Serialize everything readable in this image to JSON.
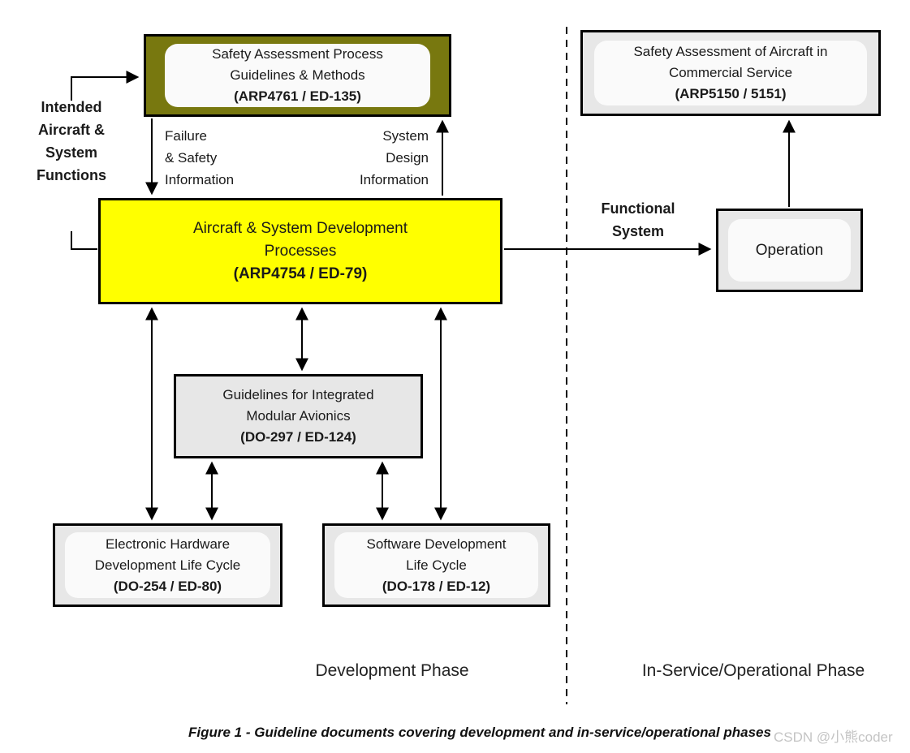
{
  "figure": {
    "caption": "Figure 1 - Guideline documents covering development and in-service/operational phases",
    "watermark": "CSDN @小熊coder"
  },
  "colors": {
    "highlight_yellow": "#ffff00",
    "olive": "#78780f",
    "box_gray": "#e7e7e7",
    "inner_white": "#fafafa",
    "line_black": "#000000",
    "watermark_gray": "#c4c4c4"
  },
  "boxes": {
    "safety_process": {
      "line1": "Safety Assessment Process",
      "line2": "Guidelines & Methods",
      "code": "(ARP4761 / ED-135)"
    },
    "safety_commercial": {
      "line1": "Safety Assessment of Aircraft in",
      "line2": "Commercial Service",
      "code": "(ARP5150 / 5151)"
    },
    "development": {
      "line1": "Aircraft & System Development",
      "line2": "Processes",
      "code": "(ARP4754 / ED-79)"
    },
    "operation": {
      "line1": "Operation"
    },
    "ima": {
      "line1": "Guidelines for Integrated",
      "line2": "Modular Avionics",
      "code": "(DO-297 / ED-124)"
    },
    "hardware": {
      "line1": "Electronic Hardware",
      "line2": "Development Life Cycle",
      "code": "(DO-254 / ED-80)"
    },
    "software": {
      "line1": "Software Development",
      "line2": "Life Cycle",
      "code": "(DO-178 / ED-12)"
    }
  },
  "labels": {
    "intended": {
      "line1": "Intended",
      "line2": "Aircraft &",
      "line3": "System",
      "line4": "Functions"
    },
    "failure_info": {
      "line1": "Failure",
      "line2": "& Safety",
      "line3": "Information"
    },
    "design_info": {
      "line1": "System",
      "line2": "Design",
      "line3": "Information"
    },
    "functional_system": {
      "line1": "Functional",
      "line2": "System"
    }
  },
  "phases": {
    "development": "Development Phase",
    "in_service": "In-Service/Operational Phase"
  }
}
